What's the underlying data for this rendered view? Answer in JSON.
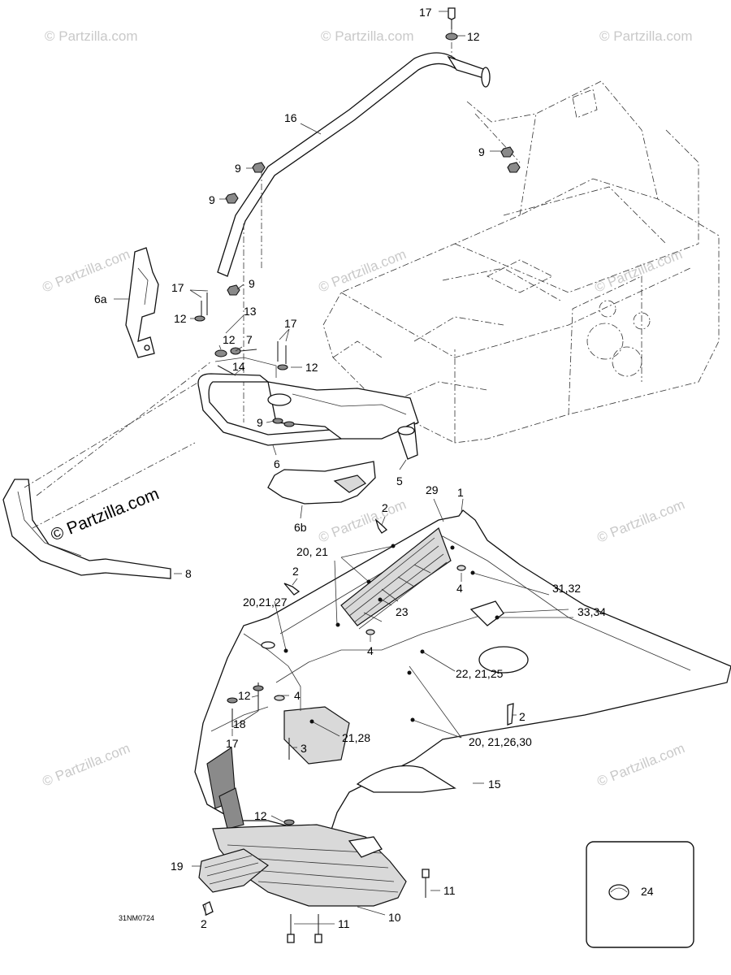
{
  "watermark": "© Partzilla.com",
  "drawing_code": "31NM0724",
  "callouts": {
    "c17_top": "17",
    "c12_top": "12",
    "c16": "16",
    "c9_right": "9",
    "c9_a": "9",
    "c9_b": "9",
    "c9_c": "9",
    "c9_d": "9",
    "c6a": "6a",
    "c17_mid": "17",
    "c12_a": "12",
    "c13": "13",
    "c12_b": "12",
    "c7": "7",
    "c14": "14",
    "c17_c": "17",
    "c12_c": "12",
    "c6": "6",
    "c5": "5",
    "c6b": "6b",
    "c8": "8",
    "c29": "29",
    "c1": "1",
    "c2_a": "2",
    "c20_21": "20, 21",
    "c2_b": "2",
    "c4_a": "4",
    "c31_32": "31,32",
    "c20_21_27": "20,21,27",
    "c23": "23",
    "c33_34": "33,34",
    "c4_b": "4",
    "c22_21_25": "22, 21,25",
    "c12_d": "12",
    "c4_c": "4",
    "c18": "18",
    "c2_c": "2",
    "c17_d": "17",
    "c3": "3",
    "c21_28": "21,28",
    "c20_21_26_30": "20, 21,26,30",
    "c15": "15",
    "c12_e": "12",
    "c11_a": "11",
    "c19": "19",
    "c24": "24",
    "c2_d": "2",
    "c11_b": "11",
    "c10": "10"
  }
}
